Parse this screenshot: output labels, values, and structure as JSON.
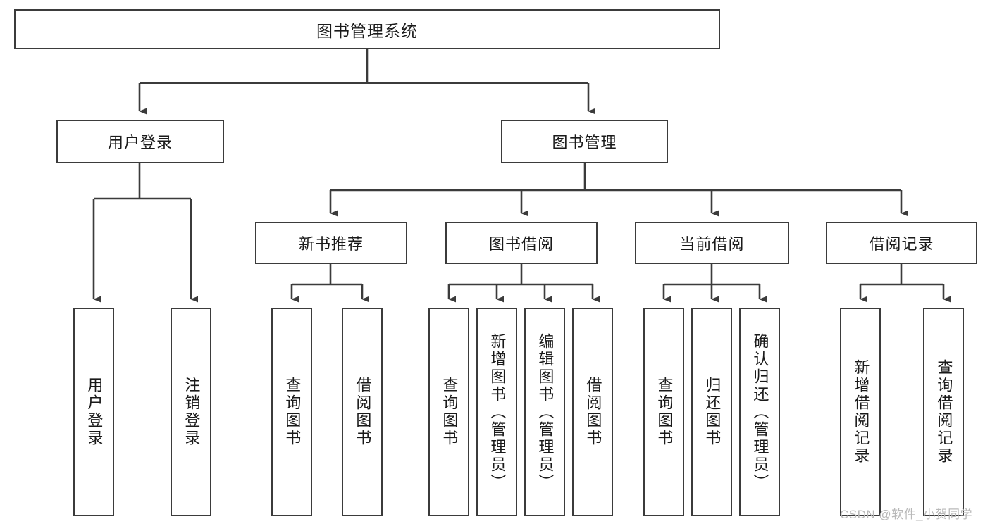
{
  "diagram": {
    "title": "图书管理系统",
    "type": "hierarchical-tree",
    "watermark": "CSDN @软件_小贺同学",
    "colors": {
      "node_border": "#3b3b3b",
      "node_fill": "#ffffff",
      "edge": "#3b3b3b",
      "text": "#1a1a1a",
      "watermark": "#b9b9b9",
      "background": "#ffffff"
    },
    "levels": {
      "root": {
        "label": "图书管理系统"
      },
      "tier2": [
        {
          "label": "用户登录"
        },
        {
          "label": "图书管理"
        }
      ],
      "tier3": [
        {
          "label": "新书推荐"
        },
        {
          "label": "图书借阅"
        },
        {
          "label": "当前借阅"
        },
        {
          "label": "借阅记录"
        }
      ],
      "leaves": [
        {
          "label": "用户登录",
          "parent": "用户登录"
        },
        {
          "label": "注销登录",
          "parent": "用户登录"
        },
        {
          "label": "查询图书",
          "parent": "新书推荐"
        },
        {
          "label": "借阅图书",
          "parent": "新书推荐"
        },
        {
          "label": "查询图书",
          "parent": "图书借阅"
        },
        {
          "label": "新增图书（管理员）",
          "parent": "图书借阅"
        },
        {
          "label": "编辑图书（管理员）",
          "parent": "图书借阅"
        },
        {
          "label": "借阅图书",
          "parent": "图书借阅"
        },
        {
          "label": "查询图书",
          "parent": "当前借阅"
        },
        {
          "label": "归还图书",
          "parent": "当前借阅"
        },
        {
          "label": "确认归还（管理员）",
          "parent": "当前借阅"
        },
        {
          "label": "新增借阅记录",
          "parent": "借阅记录"
        },
        {
          "label": "查询借阅记录",
          "parent": "借阅记录"
        }
      ]
    }
  }
}
